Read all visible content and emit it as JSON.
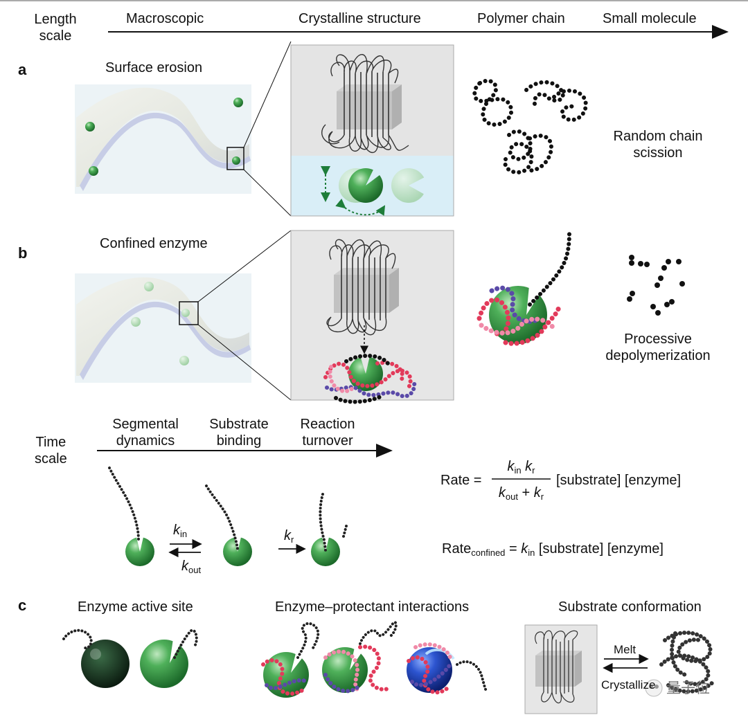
{
  "header": {
    "length_scale": "Length\nscale",
    "macroscopic": "Macroscopic",
    "crystalline": "Crystalline structure",
    "polymer": "Polymer chain",
    "small_molecule": "Small molecule"
  },
  "panel_a": {
    "letter": "a",
    "title": "Surface erosion",
    "right_label_1": "Random chain",
    "right_label_2": "scission"
  },
  "panel_b": {
    "letter": "b",
    "title": "Confined enzyme",
    "right_label_1": "Processive",
    "right_label_2": "depolymerization"
  },
  "time": {
    "label_1": "Time",
    "label_2": "scale",
    "seg_1": "Segmental",
    "seg_2": "dynamics",
    "sub_1": "Substrate",
    "sub_2": "binding",
    "rxn_1": "Reaction",
    "rxn_2": "turnover"
  },
  "kinetics": {
    "k_in": "k",
    "in_sub": "in",
    "k_out": "k",
    "out_sub": "out",
    "k_r": "k",
    "r_sub": "r"
  },
  "equations": {
    "rate": "Rate =",
    "num_k": "k",
    "num_in": "in",
    "num_k2": "k",
    "num_r": "r",
    "den_k": "k",
    "den_out": "out",
    "den_plus": "+",
    "den_k2": "k",
    "den_r": "r",
    "tail": "[substrate] [enzyme]",
    "rate2": "Rate",
    "rate2_sub": "confined",
    "eq2": "=",
    "k_in": "k",
    "k_in_sub": "in",
    "tail2": "[substrate] [enzyme]"
  },
  "panel_c": {
    "letter": "c",
    "active_site": "Enzyme active site",
    "protectant": "Enzyme–protectant interactions",
    "conformation": "Substrate conformation",
    "melt": "Melt",
    "crystallize": "Crystallize"
  },
  "watermark": {
    "text": "量子位"
  },
  "colors": {
    "enzyme_green": "#2e8b3a",
    "enzyme_blue": "#1f3fb0",
    "enzyme_dark": "#0e2a16",
    "chain": "#222222",
    "bead_red": "#e23a5a",
    "bead_pink": "#f08aa8",
    "bead_purple": "#5a4aa8",
    "water_blue": "#dbeff7",
    "crystal_gray": "#e6e6e6"
  }
}
